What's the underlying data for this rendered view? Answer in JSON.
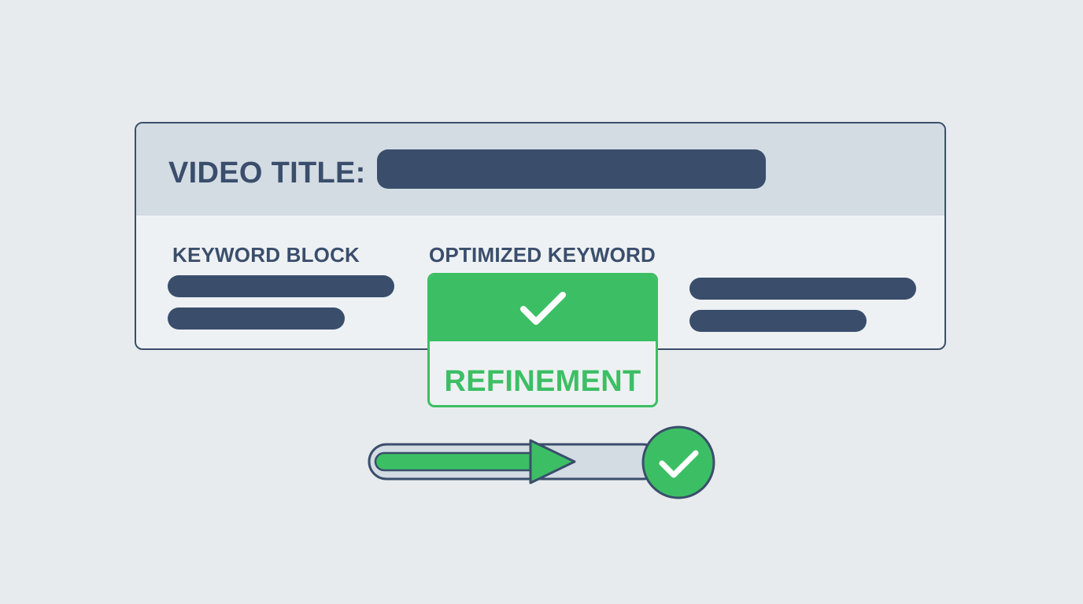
{
  "card": {
    "title_label": "VIDEO TITLE:",
    "keyword_block_heading": "KEYWORD BLOCK",
    "optimized_heading": "OPTIMIZED KEYWORD",
    "refinement_label": "REFINEMENT"
  },
  "icons": {
    "optimized": "checkmark-icon",
    "progress_end": "checkmark-circle-icon",
    "progress_arrow": "arrow-right-icon"
  },
  "colors": {
    "navy": "#3a4e6c",
    "green": "#3cbf64",
    "header_bg": "#d3dbe3",
    "card_bg": "#eef1f3",
    "page_bg": "#e8ebed"
  }
}
